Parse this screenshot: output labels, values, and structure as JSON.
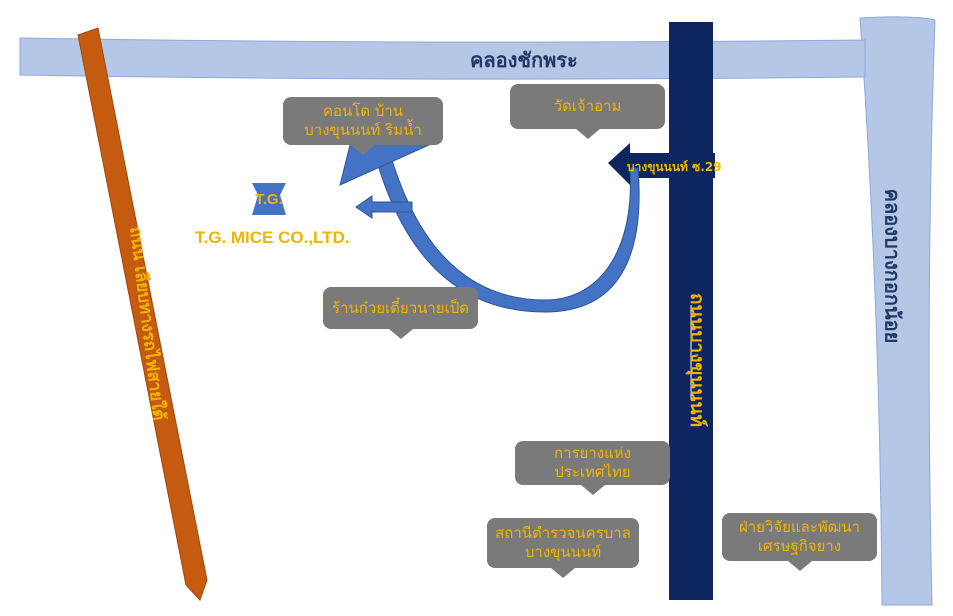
{
  "roads": {
    "canal_top": "คลองชักพระ",
    "canal_right": "คลองบางกอกน้อย",
    "main_road": "ถนนบางขุนนนท์",
    "left_road": "ถนน เลียบทางรถไฟสายใต้",
    "soi": "บางขุนนนท์ ซ.29"
  },
  "landmarks": {
    "condo": "คอนโด บ้านบางขุนนนท์ ริมน้ำ",
    "temple": "วัดเจ้าอาม",
    "noodle_shop": "ร้านก๋วยเตี๋ยวนายเป็ด",
    "rubber_authority": "การยางแห่งประเทศไทย",
    "police_station": "สถานีตำรวจนครบาล บางขุนนนท์",
    "rubber_research": "ฝ่ายวิจัยและพัฒนา เศรษฐกิจยาง"
  },
  "company": {
    "logo": "T.G.",
    "name": "T.G. MICE CO.,LTD."
  },
  "colors": {
    "canal": "#b4c7e7",
    "main_road": "#0d2660",
    "left_road": "#c55a11",
    "route_arrow": "#4472c4",
    "callout_bg": "#7a7a7a",
    "label_text": "#f0b400"
  }
}
